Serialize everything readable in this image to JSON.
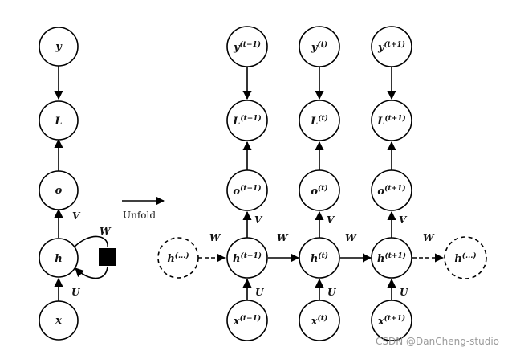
{
  "folded": {
    "y": "y",
    "L": "L",
    "o": "o",
    "h": "h",
    "x": "x",
    "V": "V",
    "W": "W",
    "U": "U"
  },
  "unfold_label": "Unfold",
  "unfolded": {
    "h_prev_dots": "h",
    "h_prev_dots_sup": "(...)",
    "h_next_dots": "h",
    "h_next_dots_sup": "(...)",
    "W": "W",
    "V": "V",
    "U": "U",
    "steps": [
      {
        "sup": "(t−1)",
        "y": "y",
        "L": "L",
        "o": "o",
        "h": "h",
        "x": "x"
      },
      {
        "sup": "(t)",
        "y": "y",
        "L": "L",
        "o": "o",
        "h": "h",
        "x": "x"
      },
      {
        "sup": "(t+1)",
        "y": "y",
        "L": "L",
        "o": "o",
        "h": "h",
        "x": "x"
      }
    ]
  },
  "watermark": "CSDN @DanCheng-studio"
}
